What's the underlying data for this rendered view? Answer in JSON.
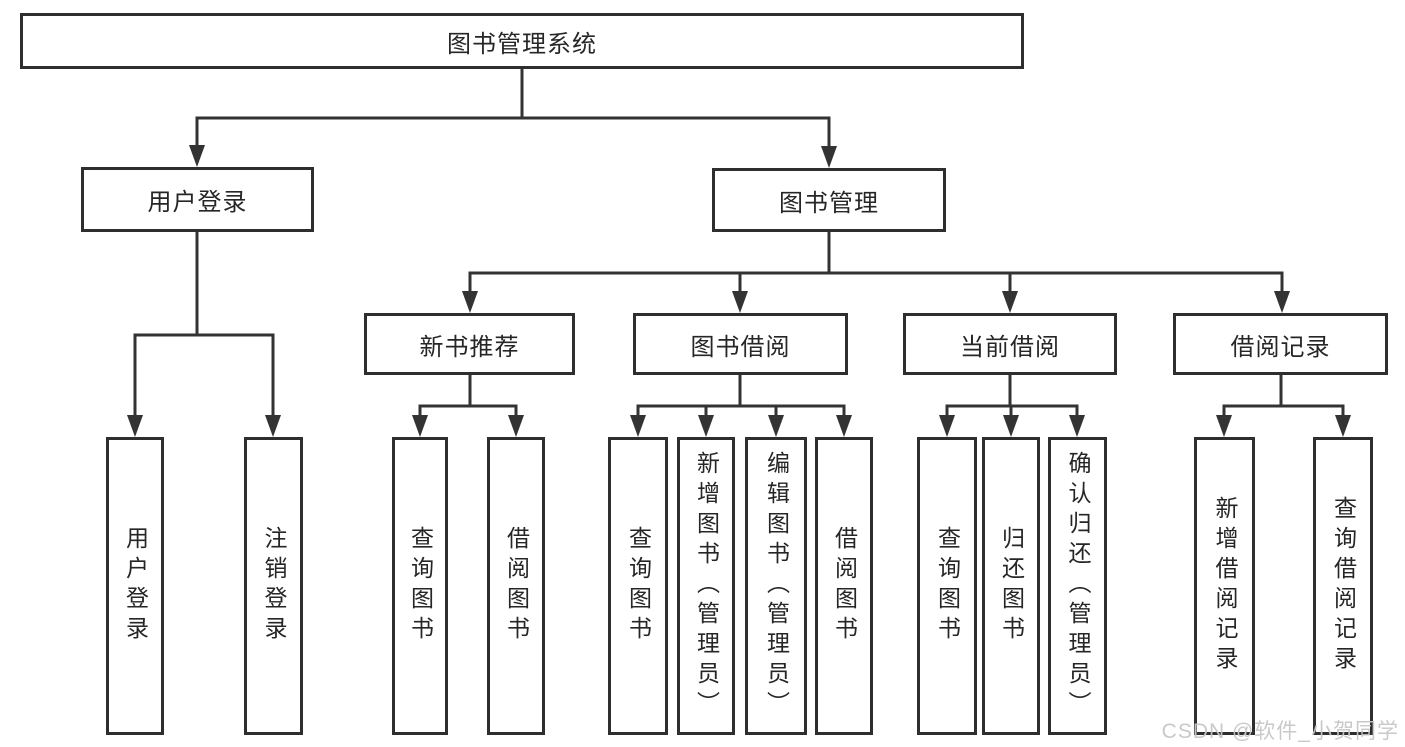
{
  "diagram_title": "图书管理系统",
  "tree": {
    "label": "图书管理系统",
    "children": [
      {
        "label": "用户登录",
        "children": [
          {
            "label": "用户登录"
          },
          {
            "label": "注销登录"
          }
        ]
      },
      {
        "label": "图书管理",
        "children": [
          {
            "label": "新书推荐",
            "children": [
              {
                "label": "查询图书"
              },
              {
                "label": "借阅图书"
              }
            ]
          },
          {
            "label": "图书借阅",
            "children": [
              {
                "label": "查询图书"
              },
              {
                "label": "新增图书（管理员）"
              },
              {
                "label": "编辑图书（管理员）"
              },
              {
                "label": "借阅图书"
              }
            ]
          },
          {
            "label": "当前借阅",
            "children": [
              {
                "label": "查询图书"
              },
              {
                "label": "归还图书"
              },
              {
                "label": "确认归还（管理员）"
              }
            ]
          },
          {
            "label": "借阅记录",
            "children": [
              {
                "label": "新增借阅记录"
              },
              {
                "label": "查询借阅记录"
              }
            ]
          }
        ]
      }
    ]
  },
  "watermark": "CSDN @软件_小贺同学",
  "colors": {
    "line": "#333333",
    "box_border": "#2e2e2e",
    "text": "#262626",
    "watermark": "#c6c6c6",
    "background": "#ffffff"
  }
}
